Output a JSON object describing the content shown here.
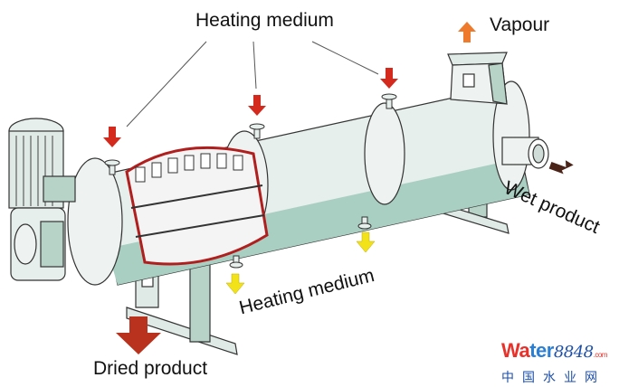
{
  "diagram": {
    "title": "Horizontal paddle dryer",
    "labels": {
      "heating_medium_top": "Heating medium",
      "vapour": "Vapour",
      "wet_product": "Wet product",
      "heating_medium_bottom": "Heating medium",
      "dried_product": "Dried product"
    },
    "colors": {
      "heating_in_arrow": "#d42a1e",
      "heating_out_arrow": "#f2e21a",
      "vapour_arrow": "#ee7a2e",
      "wet_product_arrow": "#4a2418",
      "dried_product_arrow": "#b8321e",
      "shell": "#e6efec",
      "shell_shadow": "#a9cfc2",
      "outline": "#333333"
    },
    "components": [
      "motor",
      "gearbox",
      "drive-flange",
      "paddle-shaft",
      "shell",
      "vapour-dome",
      "inlet-nozzle",
      "supports"
    ]
  },
  "watermark": {
    "brand_red": "Wa",
    "brand_blue": "ter",
    "number": "8848",
    "suffix": ".com",
    "chinese": "中国水业网"
  }
}
